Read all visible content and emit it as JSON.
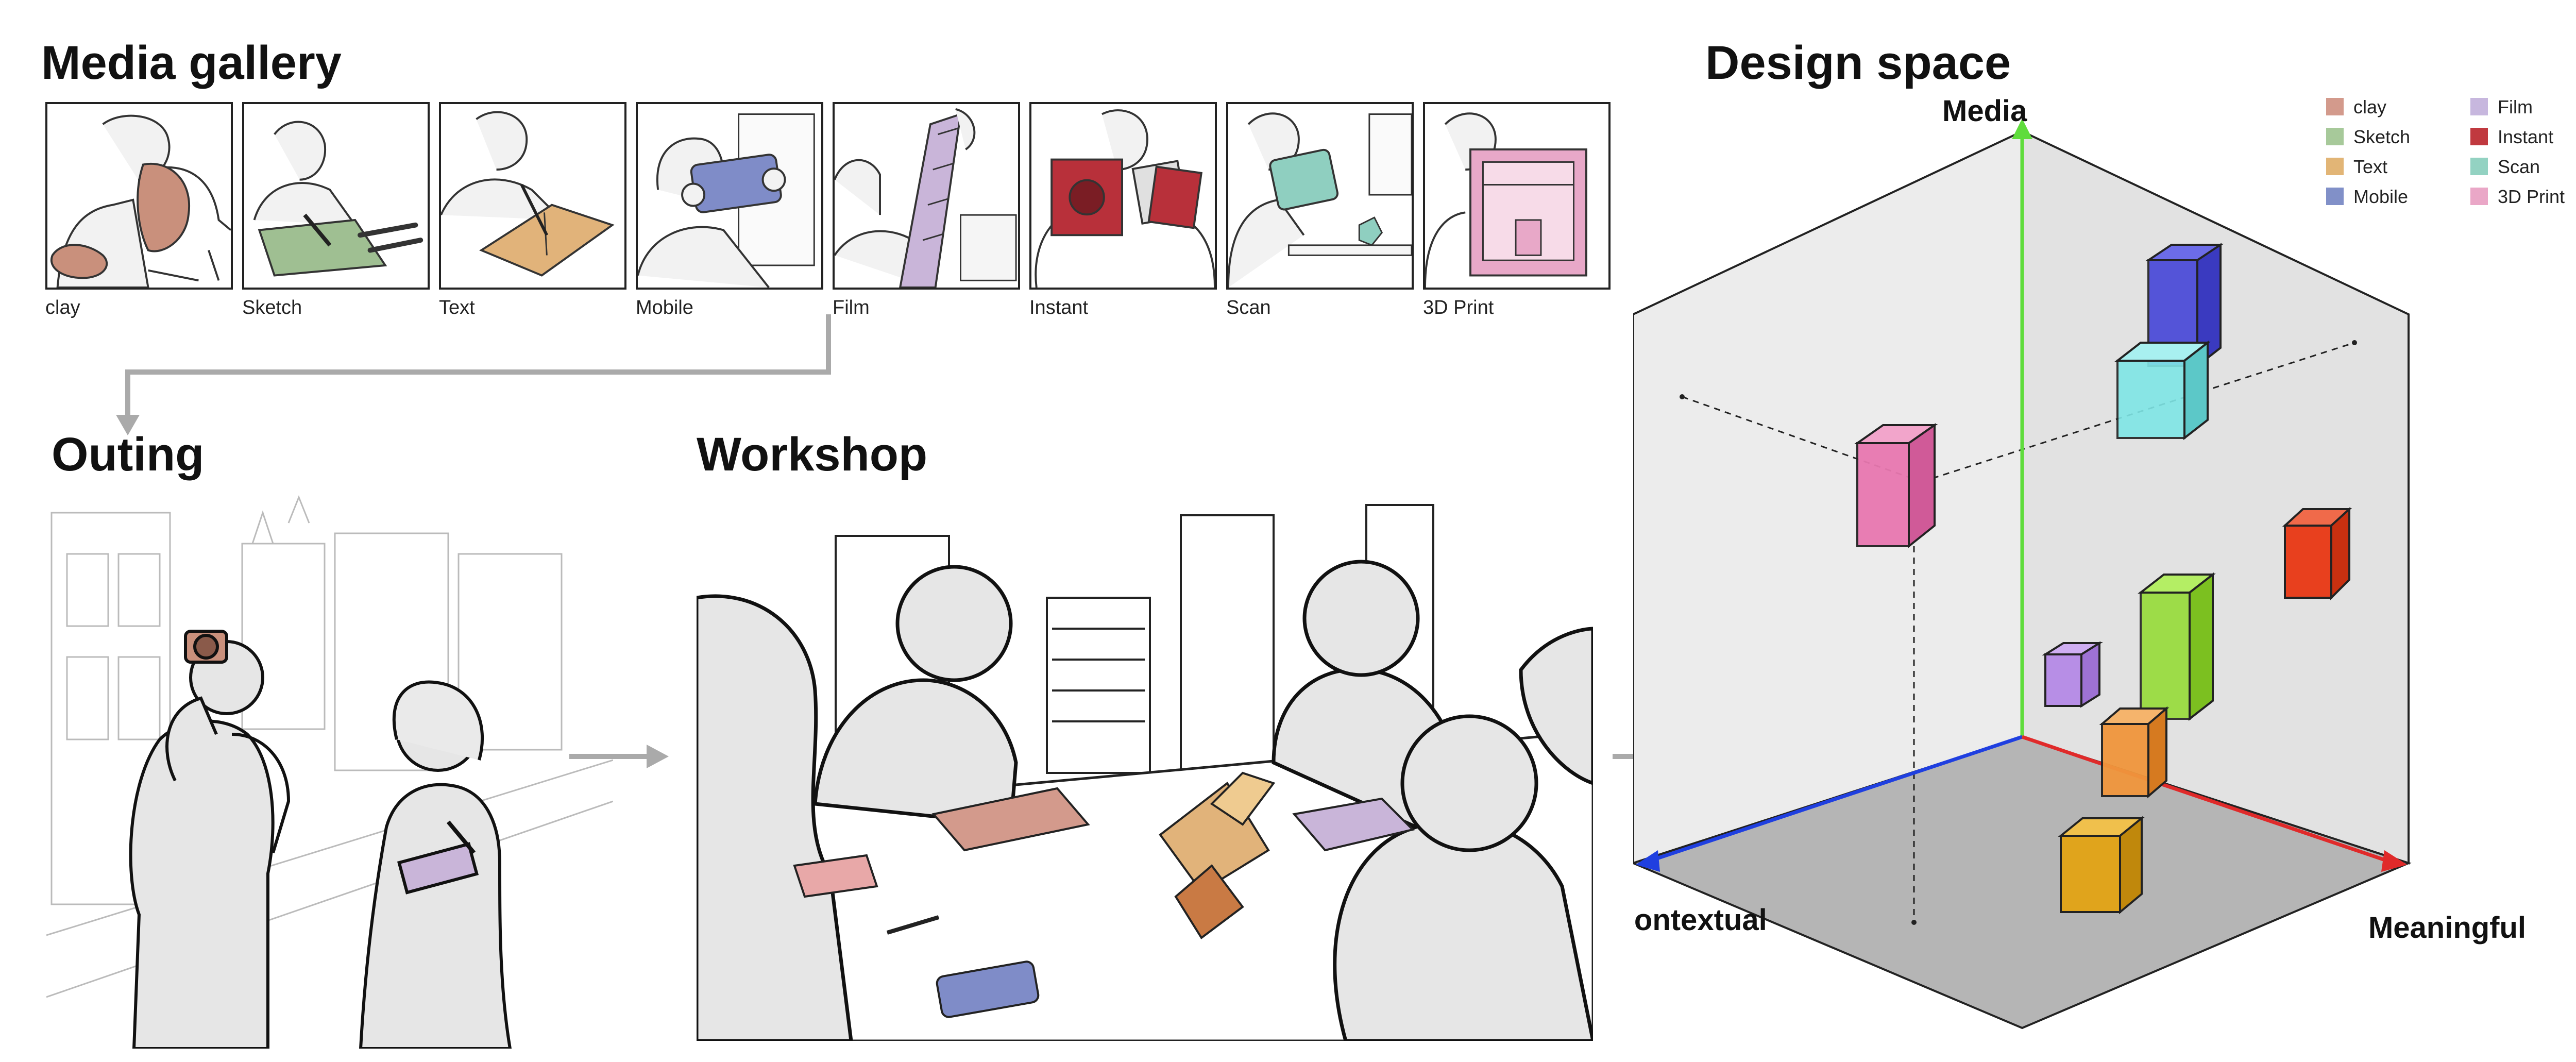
{
  "headings": {
    "gallery": "Media gallery",
    "outing": "Outing",
    "workshop": "Workshop",
    "design": "Design space"
  },
  "gallery": [
    {
      "label": "clay",
      "color": "#c9907c"
    },
    {
      "label": "Sketch",
      "color": "#9fbf92"
    },
    {
      "label": "Text",
      "color": "#e1b37a"
    },
    {
      "label": "Mobile",
      "color": "#7f8cc8"
    },
    {
      "label": "Film",
      "color": "#c9b5d9"
    },
    {
      "label": "Instant",
      "color": "#b8303a"
    },
    {
      "label": "Scan",
      "color": "#8fcfc0"
    },
    {
      "label": "3D Print",
      "color": "#e8a8c8"
    }
  ],
  "design_space": {
    "axes": {
      "vertical": "Media",
      "left": "Contextual",
      "right": "Meaningful"
    },
    "axis_colors": {
      "vertical": "#5fdc3c",
      "left": "#1f3fe0",
      "right": "#e02a2a"
    },
    "legend": [
      {
        "label": "clay",
        "color": "#d39a8c"
      },
      {
        "label": "Sketch",
        "color": "#a7c99a"
      },
      {
        "label": "Text",
        "color": "#e2b576"
      },
      {
        "label": "Mobile",
        "color": "#8190c8"
      },
      {
        "label": "Film",
        "color": "#c7b7de"
      },
      {
        "label": "Instant",
        "color": "#c0393f"
      },
      {
        "label": "Scan",
        "color": "#93d2c2"
      },
      {
        "label": "3D Print",
        "color": "#eaa7c7"
      }
    ]
  }
}
